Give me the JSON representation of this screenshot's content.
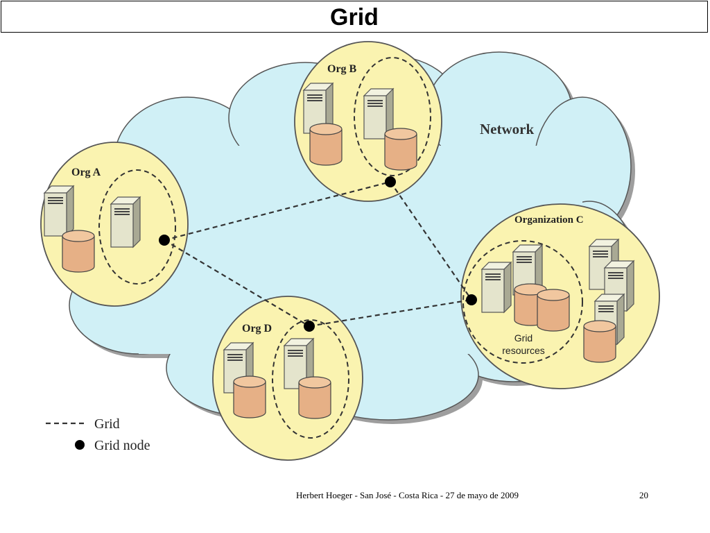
{
  "slide": {
    "title": "Grid",
    "footer": "Herbert Hoeger - San José - Costa Rica - 27 de mayo de 2009",
    "page_number": "20"
  },
  "diagram": {
    "network_label": "Network",
    "orgs": {
      "a": "Org A",
      "b": "Org B",
      "c": "Organization C",
      "d": "Org D"
    },
    "grid_resources_label": [
      "Grid",
      "resources"
    ],
    "legend": {
      "grid": "Grid",
      "grid_node": "Grid node"
    },
    "colors": {
      "network_fill": "#d0f0f6",
      "org_fill": "#faf3b0",
      "server_fill": "#e4e4cc",
      "disk_fill": "#e6b086"
    }
  }
}
